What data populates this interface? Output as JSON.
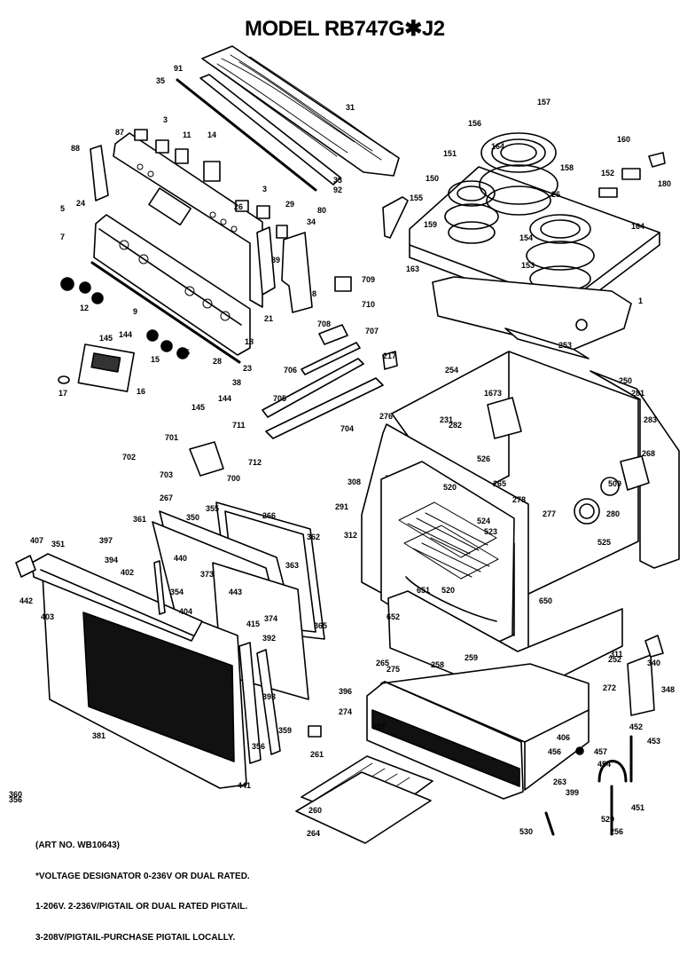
{
  "title": "MODEL RB747G✱J2",
  "notes": [
    "(ART NO. WB10643)",
    "*VOLTAGE DESIGNATOR 0-236V OR DUAL RATED.",
    "1-206V. 2-236V/PIGTAIL OR DUAL RATED PIGTAIL.",
    "3-208V/PIGTAIL-PURCHASE PIGTAIL LOCALLY."
  ],
  "callouts": [
    "91",
    "35",
    "31",
    "3",
    "11",
    "14",
    "87",
    "88",
    "33",
    "92",
    "5",
    "24",
    "3",
    "26",
    "80",
    "34",
    "7",
    "29",
    "89",
    "8",
    "21",
    "12",
    "145",
    "144",
    "9",
    "15",
    "15",
    "18",
    "23",
    "28",
    "38",
    "17",
    "16",
    "145",
    "144",
    "709",
    "710",
    "708",
    "707",
    "706",
    "217",
    "705",
    "704",
    "711",
    "701",
    "712",
    "702",
    "703",
    "700",
    "157",
    "156",
    "151",
    "164",
    "160",
    "158",
    "152",
    "180",
    "150",
    "155",
    "26",
    "159",
    "154",
    "164",
    "153",
    "163",
    "1",
    "253",
    "254",
    "250",
    "281",
    "276",
    "231",
    "1673",
    "282",
    "526",
    "283",
    "308",
    "520",
    "265",
    "268",
    "291",
    "509",
    "280",
    "278",
    "312",
    "277",
    "524",
    "525",
    "523",
    "651",
    "520",
    "650",
    "652",
    "265",
    "258",
    "259",
    "252",
    "311",
    "340",
    "272",
    "348",
    "452",
    "275",
    "274",
    "396",
    "357",
    "406",
    "457",
    "456",
    "453",
    "454",
    "261",
    "263",
    "399",
    "451",
    "260",
    "264",
    "530",
    "529",
    "256",
    "267",
    "266",
    "350",
    "355",
    "362",
    "361",
    "407",
    "351",
    "397",
    "394",
    "440",
    "363",
    "402",
    "373",
    "442",
    "354",
    "443",
    "403",
    "404",
    "365",
    "415",
    "374",
    "392",
    "393",
    "381",
    "356",
    "359",
    "441",
    "360",
    "356"
  ]
}
